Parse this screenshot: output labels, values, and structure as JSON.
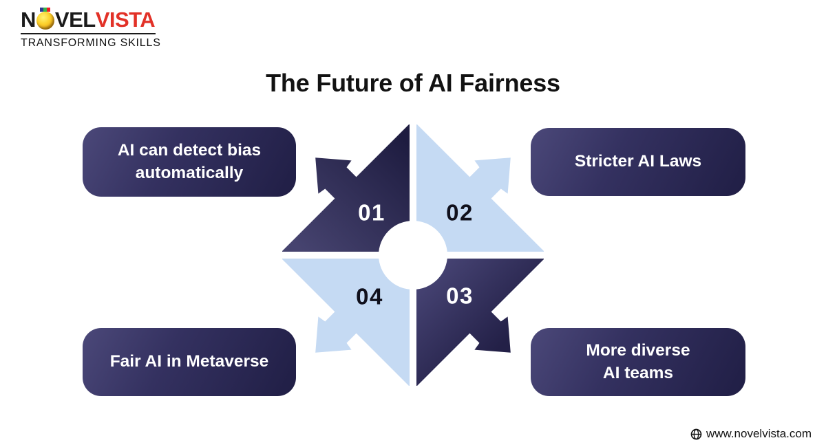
{
  "logo": {
    "brand": "NovelVista",
    "part_before_medal": "N",
    "part_after_medal": "VEL",
    "part_red": "VISTA",
    "tagline": "TRANSFORMING SKILLS",
    "colors": {
      "text": "#1b1b1b",
      "accent_red": "#e23127",
      "medal_gold": "#fcd22e",
      "flag_blue": "#2b3990",
      "flag_green": "#3ab54a",
      "flag_red": "#ed1c24"
    }
  },
  "title": "The Future of AI Fairness",
  "diagram": {
    "type": "pinwheel-arrows",
    "colors": {
      "dark_navy": "#1e1c40",
      "dark_navy_light": "#4b4879",
      "light_blue": "#c5daf3",
      "center_circle": "#ffffff"
    },
    "items": [
      {
        "number": "01",
        "number_color": "#ffffff",
        "theme": "dark",
        "position": "top-left",
        "label": "AI can detect bias automatically",
        "lines": [
          "AI can detect bias",
          "automatically"
        ]
      },
      {
        "number": "02",
        "number_color": "#10101c",
        "theme": "light",
        "position": "top-right",
        "label": "Stricter AI Laws",
        "lines": [
          "Stricter AI Laws"
        ]
      },
      {
        "number": "03",
        "number_color": "#ffffff",
        "theme": "dark",
        "position": "bottom-right",
        "label": "More diverse AI teams",
        "lines": [
          "More diverse",
          "AI teams"
        ]
      },
      {
        "number": "04",
        "number_color": "#10101c",
        "theme": "light",
        "position": "bottom-left",
        "label": "Fair AI in Metaverse",
        "lines": [
          "Fair AI in Metaverse"
        ]
      }
    ]
  },
  "footer": {
    "website": "www.novelvista.com"
  }
}
